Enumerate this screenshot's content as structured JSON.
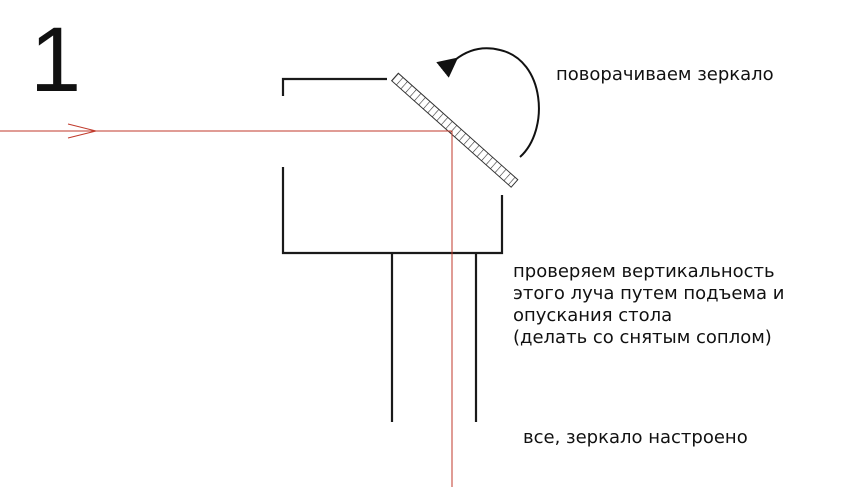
{
  "step_number": "1",
  "labels": {
    "rotate_mirror": "поворачиваем зеркало",
    "check_vertical": [
      "проверяем вертикальность",
      "этого луча путем подъема и",
      "опускания стола",
      "(делать со снятым соплом)"
    ],
    "done": "все, зеркало настроено"
  },
  "colors": {
    "beam": "#c0392b",
    "lines": "#1a1a1a"
  }
}
